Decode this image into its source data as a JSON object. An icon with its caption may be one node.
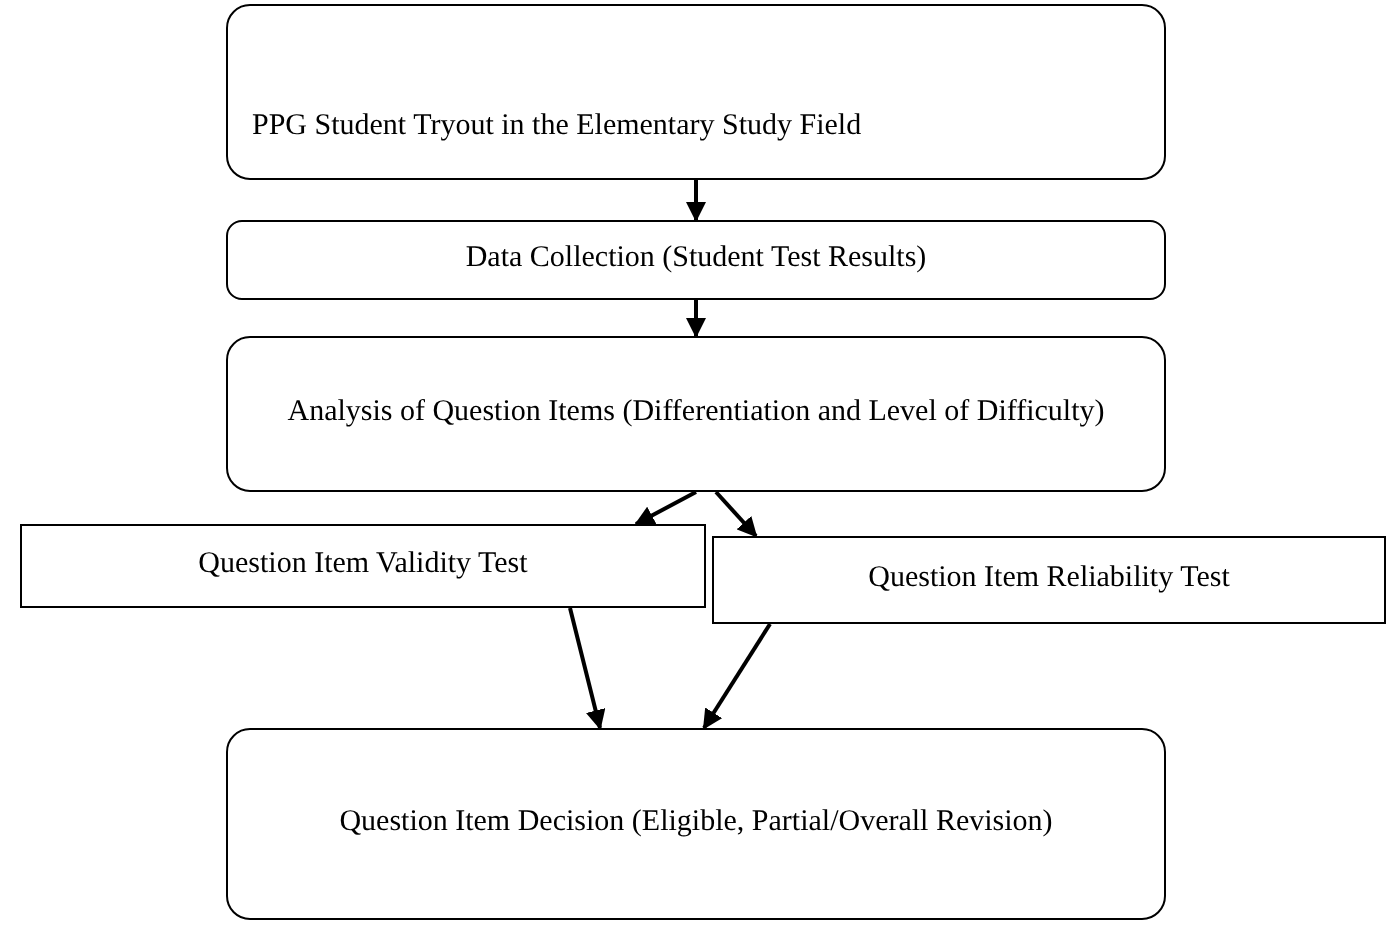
{
  "diagram": {
    "nodes": [
      {
        "text": [
          "PPG Student Tryout in the Elementary Study Field"
        ]
      },
      {
        "text": [
          "Data Collection (Student Test Results)"
        ]
      },
      {
        "text": [
          "Analysis of Question Items (Differentiation and Level of Difficulty)"
        ]
      },
      {
        "text": [
          "Question Item Validity Test"
        ]
      },
      {
        "text": [
          "Question Item Reliability Test"
        ]
      },
      {
        "text": [
          "Question Item Decision (Eligible, Partial/Overall Revision)"
        ]
      }
    ],
    "edges": [
      {
        "from": 0,
        "to": 1,
        "arrow": "to"
      },
      {
        "from": 1,
        "to": 2,
        "arrow": "to"
      },
      {
        "from": 2,
        "to": 3,
        "arrow": "to"
      },
      {
        "from": 2,
        "to": 4,
        "arrow": "to"
      },
      {
        "from": 3,
        "to": 5,
        "arrow": "to"
      },
      {
        "from": 4,
        "to": 5,
        "arrow": "to"
      }
    ]
  }
}
